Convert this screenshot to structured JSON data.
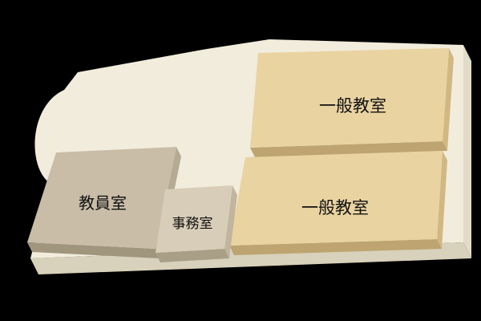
{
  "map": {
    "rooms": [
      {
        "id": "general-classroom-1",
        "label": "一般教室"
      },
      {
        "id": "general-classroom-2",
        "label": "一般教室"
      },
      {
        "id": "teachers-room",
        "label": "教員室"
      },
      {
        "id": "office",
        "label": "事務室"
      }
    ]
  },
  "colors": {
    "background": "#000000",
    "floor_top": "#f2ecdc",
    "floor_front": "#d8d1bb",
    "floor_right": "#e2dbc7",
    "classroom_top": "#e9d3a1",
    "classroom_front": "#bda470",
    "classroom_right": "#d1b883",
    "teachers_top": "#c9bda8",
    "teachers_front": "#a0957d",
    "teachers_right": "#b5aa92",
    "office_top": "#d8cdb8",
    "office_front": "#a99f87",
    "office_right": "#c0b59d",
    "label_text": "#111111"
  }
}
